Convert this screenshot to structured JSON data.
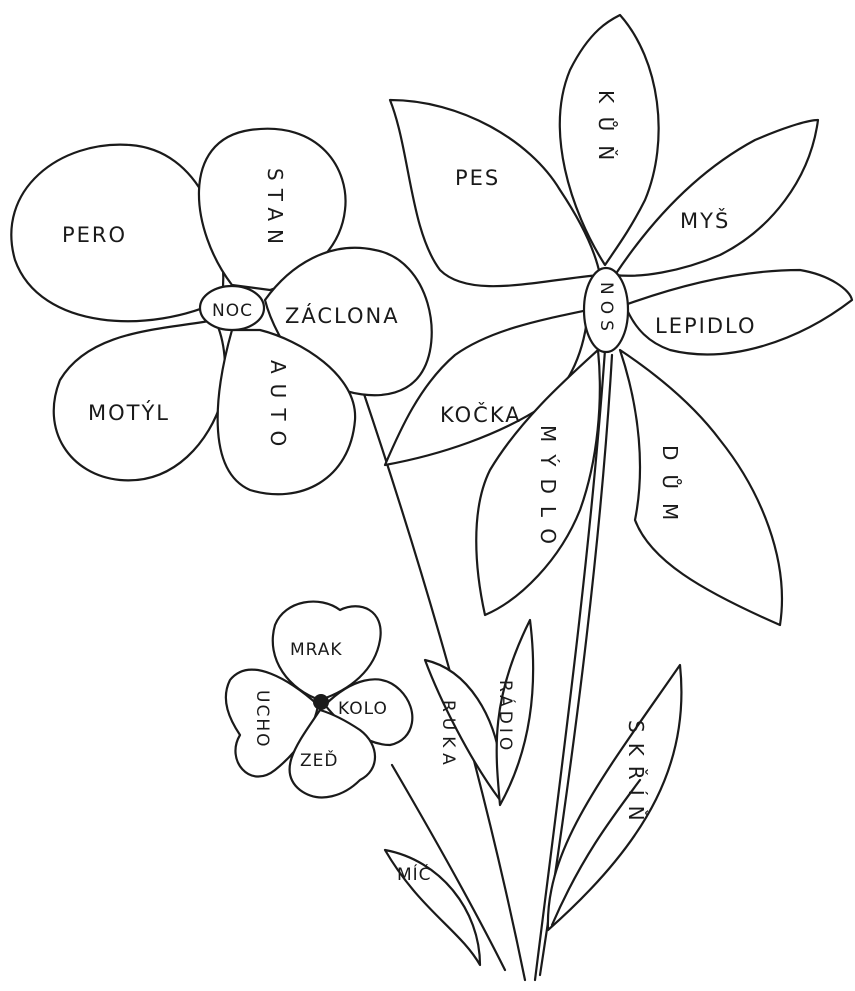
{
  "flower_left": {
    "center": "NOC",
    "petals": {
      "top": "STAN",
      "left": "PERO",
      "right": "ZÁCLONA",
      "bottom_left": "MOTÝL",
      "bottom": "AUTO"
    }
  },
  "flower_right": {
    "center": "NOS",
    "petals": {
      "top": "KŮŇ",
      "upper_left": "PES",
      "upper_right": "MYŠ",
      "right": "LEPIDLO",
      "left": "KOČKA",
      "lower_left": "MÝDLO",
      "lower_right": "DŮM"
    }
  },
  "flower_small": {
    "petals": {
      "top": "MRAK",
      "left": "UCHO",
      "right": "KOLO",
      "bottom": "ZEĎ"
    }
  },
  "leaves": {
    "left_pair": "RUKA",
    "right_pair": "RÁDIO",
    "right": "SKŘÍŇ",
    "bottom_left": "MÍČ"
  }
}
